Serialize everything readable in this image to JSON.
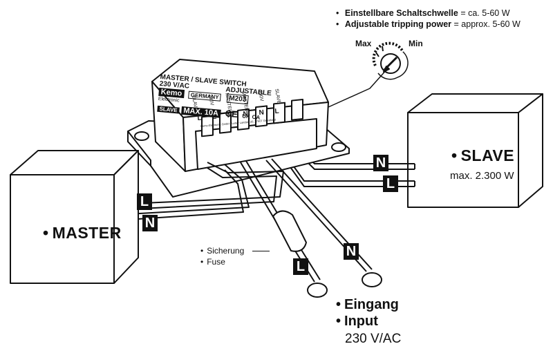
{
  "info": {
    "line1_bold": "Einstellbare Schaltschwelle",
    "line1_rest": " = ca. 5-60 W",
    "line2_bold": "Adjustable tripping power",
    "line2_rest": " = approx. 5-60 W"
  },
  "dial": {
    "max_label": "Max",
    "min_label": "Min"
  },
  "module": {
    "title": "MASTER / SLAVE SWITCH",
    "voltage": "230 V/AC",
    "adjustable": "ADJUSTABLE",
    "model": "M203",
    "brand": "Kemo",
    "brand_sub": "Electronic",
    "made_in": "GERMANY",
    "rating": "MAX. 10A",
    "slave_text": "SLAVE",
    "uk": "UK",
    "ca": "CA",
    "ce": "CE",
    "terminals": [
      "L",
      "L",
      "N",
      "N",
      "N",
      "L"
    ],
    "terminal_labels": [
      "SLAVE",
      "230V",
      "MASTER",
      "MASTER",
      "230V",
      "SLAVE"
    ],
    "footer": "Kemo-Electronic GmbH | Leher Landstr. 20, 27607 Geestland"
  },
  "master": {
    "label": "MASTER"
  },
  "slave": {
    "label": "SLAVE",
    "power": "max. 2.300 W"
  },
  "wire_tags": [
    "N",
    "L",
    "L",
    "N",
    "N",
    "L"
  ],
  "fuse": {
    "de": "Sicherung",
    "en": "Fuse"
  },
  "input": {
    "de": "Eingang",
    "en": "Input",
    "voltage": "230 V/AC"
  },
  "colors": {
    "ink": "#111111",
    "paper": "#ffffff"
  }
}
